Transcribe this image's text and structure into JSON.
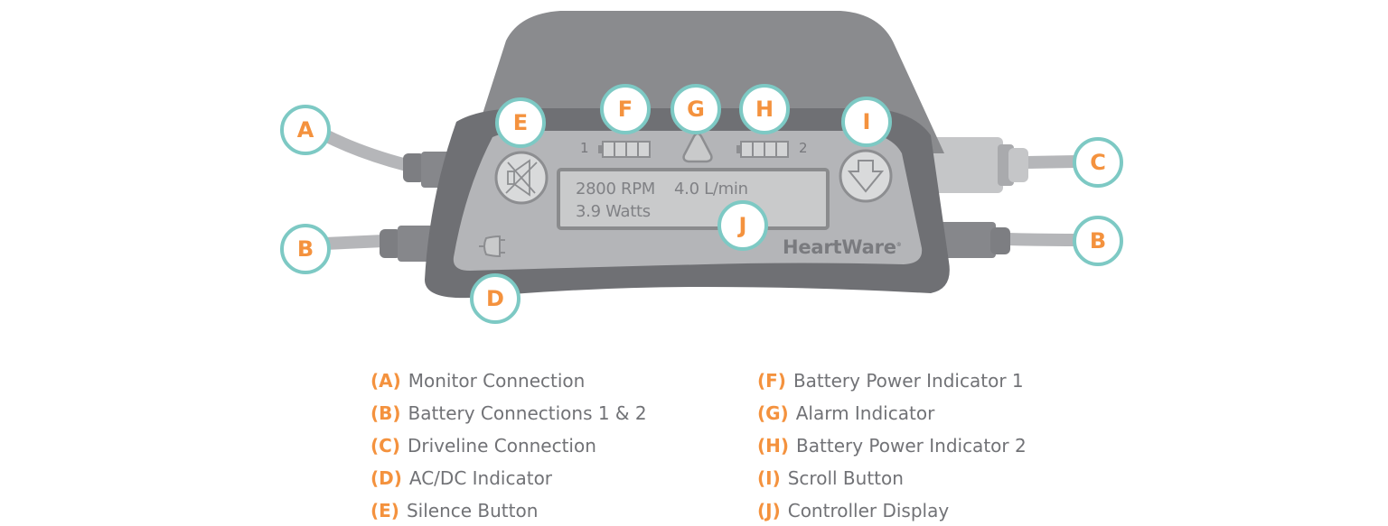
{
  "device": {
    "brand": "HeartWare",
    "brand_mark": "®",
    "display": {
      "line1_speed": "2800 RPM",
      "line1_flow": "4.0 L/min",
      "line2_power": "3.9 Watts"
    },
    "battery_1_label": "1",
    "battery_2_label": "2",
    "icons": {
      "silence": "speaker-muted-icon",
      "scroll": "down-arrow-icon",
      "alarm": "triangle-icon",
      "ac_dc": "plug-icon",
      "battery": "battery-icon"
    }
  },
  "callouts": {
    "A": "A",
    "B_left": "B",
    "B_right": "B",
    "C": "C",
    "D": "D",
    "E": "E",
    "F": "F",
    "G": "G",
    "H": "H",
    "I": "I",
    "J": "J"
  },
  "legend": {
    "left": [
      {
        "key": "(A)",
        "label": "Monitor Connection"
      },
      {
        "key": "(B)",
        "label": "Battery Connections 1 & 2"
      },
      {
        "key": "(C)",
        "label": "Driveline Connection"
      },
      {
        "key": "(D)",
        "label": "AC/DC Indicator"
      },
      {
        "key": "(E)",
        "label": "Silence Button"
      }
    ],
    "right": [
      {
        "key": "(F)",
        "label": "Battery Power Indicator 1"
      },
      {
        "key": "(G)",
        "label": "Alarm Indicator"
      },
      {
        "key": "(H)",
        "label": "Battery Power Indicator 2"
      },
      {
        "key": "(I)",
        "label": "Scroll Button"
      },
      {
        "key": "(J)",
        "label": "Controller Display"
      }
    ]
  },
  "colors": {
    "callout_border": "#7dc9c4",
    "callout_letter": "#f4923e",
    "housing_top": "#8a8b8e",
    "bezel": "#6f7074",
    "face": "#b4b5b8",
    "display_fill": "#c9cacb",
    "legend_text": "#717276"
  }
}
